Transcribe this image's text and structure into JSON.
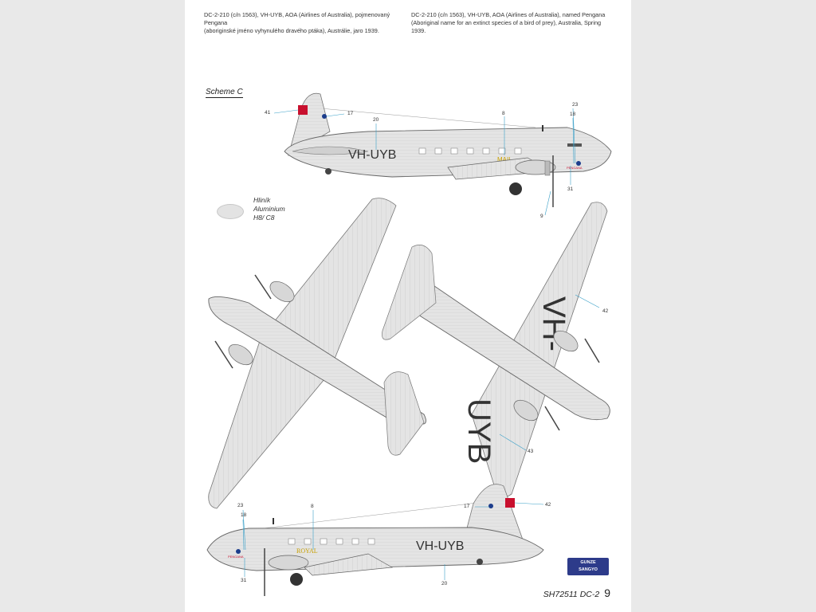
{
  "caption_cz": {
    "line1": "DC-2-210 (c/n 1563), VH-UYB, AOA (Airlines of Australia), pojmenovaný Pengana",
    "line2": "(aboriginské jméno vyhynulého dravého ptáka),  Austrálie, jaro 1939."
  },
  "caption_en": {
    "line1": "DC-2-210 (c/n 1563), VH-UYB, AOA (Airlines of Australia), named Pengana",
    "line2": "(Aboriginal name for an extinct species of a bird of prey),  Australia, Spring 1939."
  },
  "scheme_label": "Scheme C",
  "legend": {
    "line1": "Hliník",
    "line2": "Aluminium",
    "line3": "H8/ C8",
    "swatch_color": "#e3e3e3"
  },
  "markings": {
    "registration": "VH-UYB",
    "wing_top": "VH-",
    "wing_bottom": "UYB",
    "mail": "MAIL",
    "royal": "ROYAL",
    "pengana": "PENGANA"
  },
  "callouts": {
    "c41": "41",
    "c17a": "17",
    "c20a": "20",
    "c8a": "8",
    "c23a": "23",
    "c18a": "18",
    "c31a": "31",
    "c9": "9",
    "c42a": "42",
    "c43": "43",
    "c23b": "23",
    "c18b": "18",
    "c8b": "8",
    "c17b": "17",
    "c42b": "42",
    "c31b": "31",
    "c20b": "20"
  },
  "footer": {
    "code": "SH72511 DC-2",
    "page": "9"
  },
  "logo": {
    "line1": "GUNZE",
    "line2": "SANGYO"
  }
}
